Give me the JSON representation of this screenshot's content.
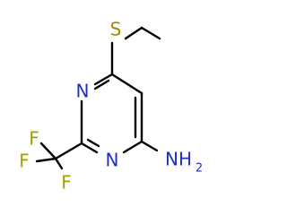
{
  "molecule": {
    "atoms": {
      "sulfur": {
        "label": "S",
        "color": "#a38a00"
      },
      "nitrogen_top": {
        "label": "N",
        "color": "#1f2fbf"
      },
      "nitrogen_bottom": {
        "label": "N",
        "color": "#1f2fbf"
      },
      "amine": {
        "label": "NH",
        "subscript": "2",
        "color": "#1f2fbf"
      },
      "fluorine_top": {
        "label": "F",
        "color": "#a0a000"
      },
      "fluorine_left": {
        "label": "F",
        "color": "#a0a000"
      },
      "fluorine_bottom": {
        "label": "F",
        "color": "#a0a000"
      }
    }
  }
}
